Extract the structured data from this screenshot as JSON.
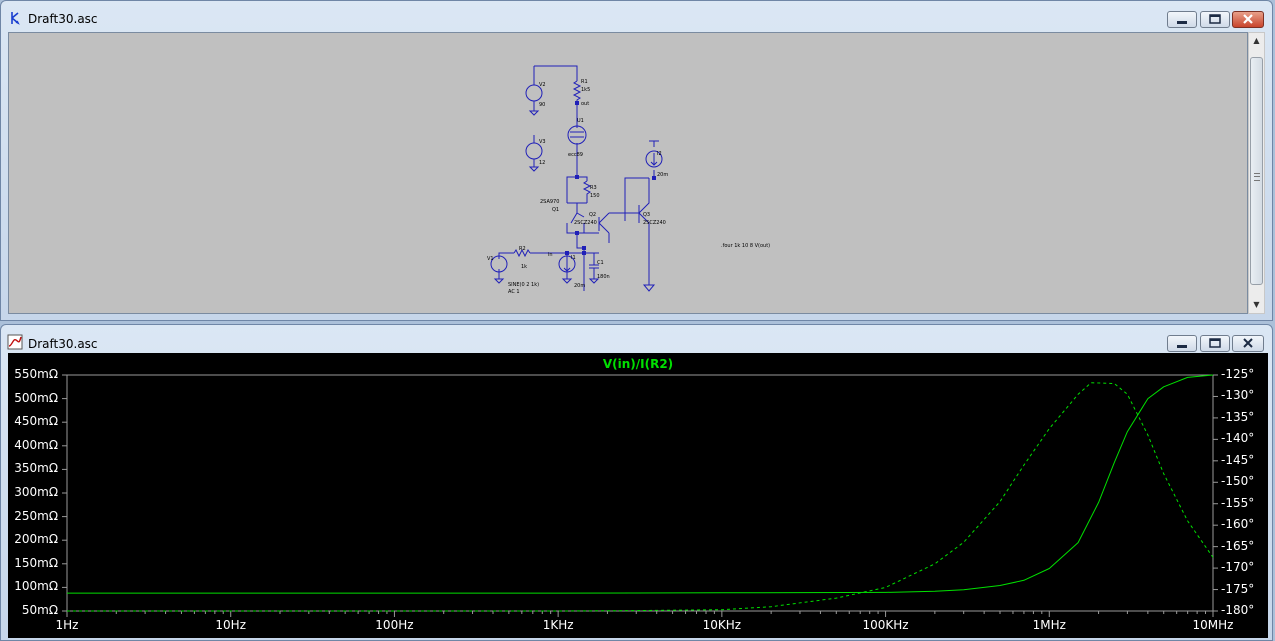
{
  "schematic_window": {
    "title": "Draft30.asc",
    "directive": ".four 1k 10 8 V(out)",
    "components": {
      "v2": {
        "name": "V2",
        "value": "90"
      },
      "r1": {
        "name": "R1",
        "value": "1k5"
      },
      "out_net": "out",
      "u1": {
        "name": "U1",
        "value": "ecc89"
      },
      "v3": {
        "name": "V3",
        "value": "12"
      },
      "i2": {
        "name": "I2",
        "value": "20m"
      },
      "r3": {
        "name": "R3",
        "value": "150"
      },
      "q1": {
        "name": "Q1",
        "value": "2SA970"
      },
      "q2": {
        "name": "Q2",
        "value": "2SCZ240"
      },
      "q3": {
        "name": "Q3",
        "value": "2SCZ240"
      },
      "r2": {
        "name": "R2",
        "value": "1k"
      },
      "in_net": "in",
      "v1": {
        "name": "V1",
        "value": "SINE(0 2 1k)",
        "ac": "AC 1"
      },
      "i1": {
        "name": "I1",
        "value": "20m"
      },
      "c1": {
        "name": "C1",
        "value": "180n"
      }
    }
  },
  "plot_window": {
    "title": "Draft30.asc",
    "trace_label": "V(in)/I(R2)",
    "trace_color": "#00e000",
    "background": "#000000"
  },
  "chart_data": {
    "type": "line",
    "title": "V(in)/I(R2)",
    "x_scale": "log",
    "xlim": [
      1,
      10000000
    ],
    "x_ticks": [
      "1Hz",
      "10Hz",
      "100Hz",
      "1KHz",
      "10KHz",
      "100KHz",
      "1MHz",
      "10MHz"
    ],
    "y_left_ticks": [
      "550mΩ",
      "500mΩ",
      "450mΩ",
      "400mΩ",
      "350mΩ",
      "300mΩ",
      "250mΩ",
      "200mΩ",
      "150mΩ",
      "100mΩ",
      "50mΩ"
    ],
    "y_right_ticks": [
      "-125°",
      "-130°",
      "-135°",
      "-140°",
      "-145°",
      "-150°",
      "-155°",
      "-160°",
      "-165°",
      "-170°",
      "-175°",
      "-180°"
    ],
    "ylim_left": [
      50,
      550
    ],
    "ylim_right": [
      -180,
      -125
    ],
    "series": [
      {
        "style": "solid",
        "axis": "left",
        "x": [
          1,
          10,
          100,
          1000,
          10000,
          100000,
          200000,
          300000,
          500000,
          700000,
          1000000,
          1500000,
          2000000,
          2500000,
          3000000,
          4000000,
          5000000,
          7000000,
          10000000
        ],
        "y": [
          88,
          88,
          88,
          88,
          88.5,
          89.5,
          92,
          95,
          104,
          115,
          140,
          195,
          280,
          365,
          430,
          500,
          525,
          545,
          550
        ]
      },
      {
        "style": "dashed",
        "axis": "right",
        "x": [
          1,
          10,
          100,
          1000,
          3000,
          10000,
          20000,
          50000,
          100000,
          200000,
          300000,
          500000,
          700000,
          1000000,
          1500000,
          1800000,
          2500000,
          3000000,
          4000000,
          5000000,
          7000000,
          10000000
        ],
        "y": [
          -180,
          -180,
          -180,
          -180,
          -179.9,
          -179.7,
          -179,
          -177,
          -174.5,
          -169,
          -164,
          -154.5,
          -146,
          -137.5,
          -129.5,
          -126.8,
          -127,
          -129.5,
          -139,
          -148,
          -159,
          -167.5
        ]
      }
    ]
  }
}
